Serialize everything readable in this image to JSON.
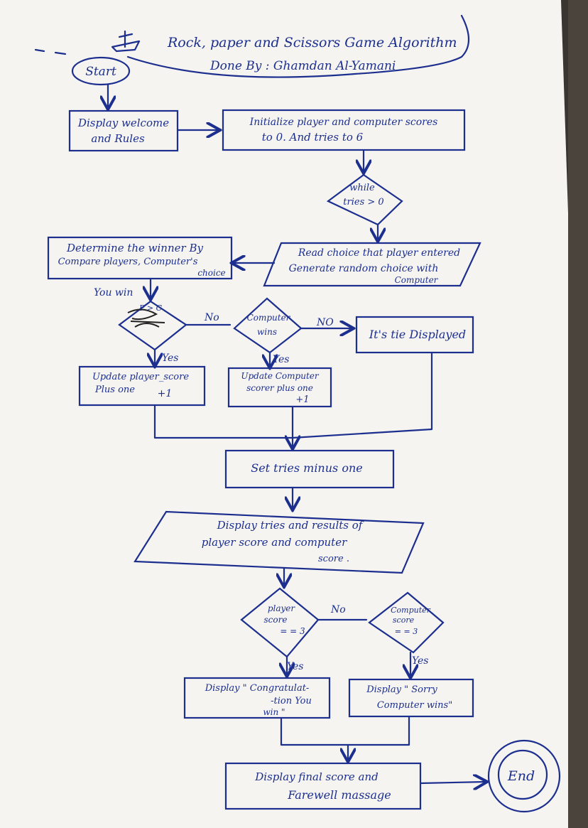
{
  "title": {
    "line1": "Rock, paper and Scissors Game Algorithm",
    "line2": "Done By : Ghamdan Al-Yamani"
  },
  "nodes": {
    "start": "Start",
    "welcome": [
      "Display welcome",
      "and Rules"
    ],
    "init": [
      "Initialize player and computer scores",
      "to 0. And tries to 6"
    ],
    "while": [
      "while",
      "tries > 0"
    ],
    "read": [
      "Read choice that player entered",
      "Generate random choice with",
      "Computer"
    ],
    "determine": [
      "Determine the winner By",
      "Compare players, Computer's",
      "choice"
    ],
    "p_gt_c": "P > C",
    "comp_wins": [
      "Computer",
      "wins"
    ],
    "tie": "It's tie Displayed",
    "upd_player": [
      "Update player_score",
      "Plus one",
      "+1"
    ],
    "upd_comp": [
      "Update Computer",
      "scorer plus one",
      "+1"
    ],
    "set_tries": "Set tries minus one",
    "display_results": [
      "Display tries and results of",
      "player score and computer",
      "score ."
    ],
    "player3": [
      "player",
      "score",
      "= = 3"
    ],
    "comp3": [
      "Computer",
      "score",
      "= = 3"
    ],
    "congrats": [
      "Display \" Congratulat-",
      "-tion You",
      "win \""
    ],
    "sorry": [
      "Display \" Sorry",
      "Computer wins\""
    ],
    "final": [
      "Display final score and",
      "Farewell massage"
    ],
    "end": "End"
  },
  "labels": {
    "you_win": "You win",
    "no1": "No",
    "no2": "NO",
    "yes1": "Yes",
    "yes2": "Yes",
    "no3": "No",
    "yes3": "Yes",
    "yes4": "Yes"
  },
  "colors": {
    "ink": "#1c2f8f",
    "paper": "#f5f4f0"
  }
}
